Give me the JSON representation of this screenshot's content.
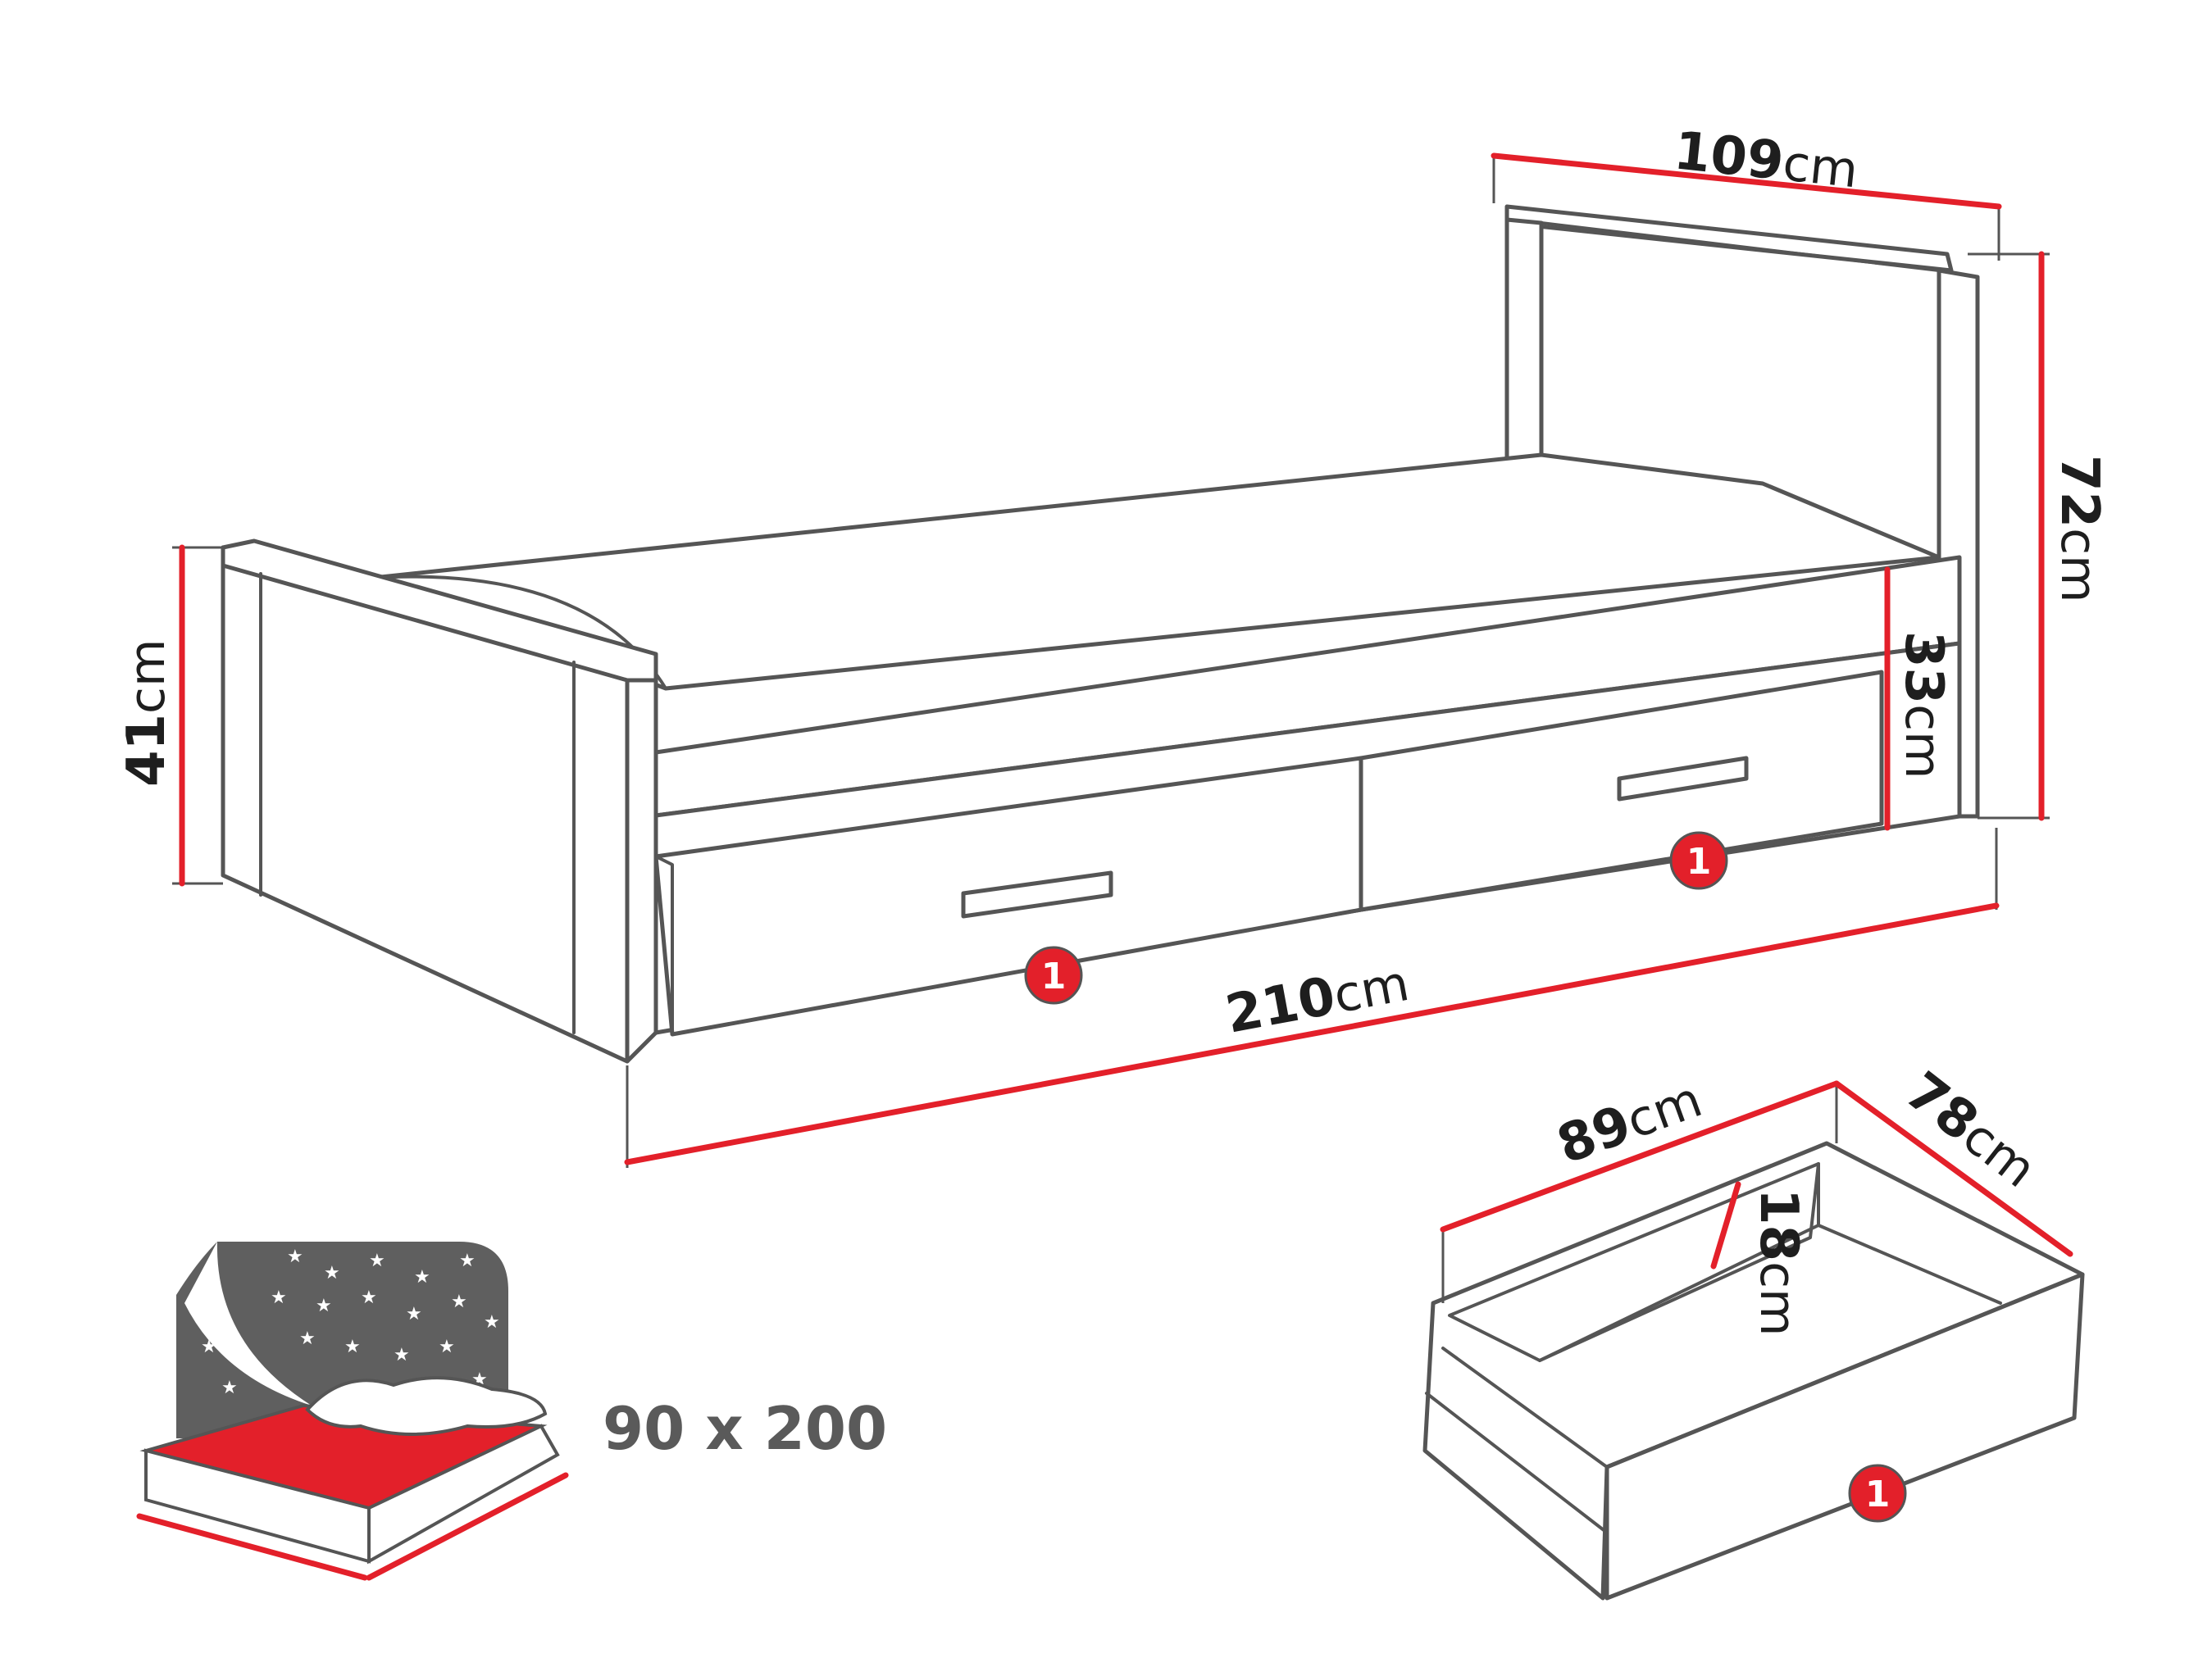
{
  "dimensions": {
    "headboard_width": {
      "value": "109",
      "unit": "cm"
    },
    "headboard_height": {
      "value": "72",
      "unit": "cm"
    },
    "footboard_height": {
      "value": "41",
      "unit": "cm"
    },
    "drawer_front_height": {
      "value": "33",
      "unit": "cm"
    },
    "bed_length": {
      "value": "210",
      "unit": "cm"
    },
    "drawer_width": {
      "value": "89",
      "unit": "cm"
    },
    "drawer_depth": {
      "value": "78",
      "unit": "cm"
    },
    "drawer_inner_height": {
      "value": "18",
      "unit": "cm"
    }
  },
  "badges": {
    "drawer_left": "1",
    "drawer_right": "1",
    "drawer_detail": "1"
  },
  "mattress": {
    "size_label": "90 x 200"
  },
  "colors": {
    "dimension_line": "#e3202a",
    "outline": "#555555",
    "mattress_top": "#e3202a",
    "night_sky": "#5f5f5f"
  }
}
